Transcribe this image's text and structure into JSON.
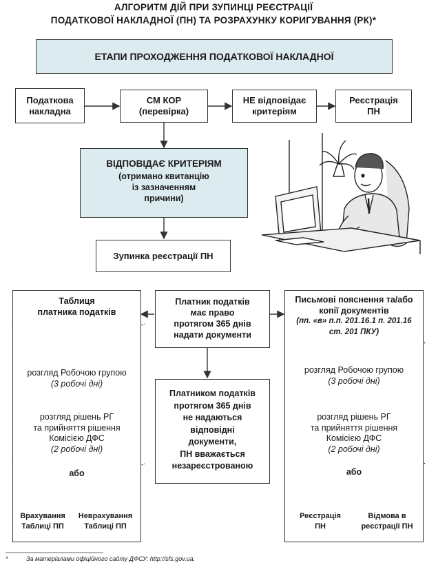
{
  "title_line1": "АЛГОРИТМ ДІЙ ПРИ ЗУПИНЦІ РЕЄСТРАЦІЇ",
  "title_line2": "ПОДАТКОВОЇ НАКЛАДНОЇ (ПН) ТА РОЗРАХУНКУ КОРИГУВАННЯ (РК)*",
  "header_box": "ЕТАПИ ПРОХОДЖЕННЯ ПОДАТКОВОЇ НАКЛАДНОЇ",
  "flow": {
    "tax_invoice": [
      "Податкова",
      "накладна"
    ],
    "sm_kor": [
      "СМ КОР",
      "(перевірка)"
    ],
    "not_match": [
      "НЕ відповідає",
      "критеріям"
    ],
    "registration": [
      "Реєстрація",
      "ПН"
    ],
    "match_title": "ВІДПОВІДАЄ КРИТЕРІЯМ",
    "match_sub": [
      "(отримано квитанцію",
      "із зазначенням",
      "причини)"
    ],
    "stop": "Зупинка реєстрації ПН"
  },
  "left": {
    "title": [
      "Таблиця",
      "платника податків"
    ],
    "step1": "розгляд Робочою групою",
    "step1_days": "(3 робочі дні)",
    "step2": [
      "розгляд рішень РГ",
      "та прийняття рішення",
      "Комісією ДФС"
    ],
    "step2_days": "(2 робочі дні)",
    "or": "або",
    "out_a": [
      "Врахування",
      "Таблиці ПП"
    ],
    "out_b": [
      "Неврахування",
      "Таблиці ПП"
    ]
  },
  "center": {
    "right_text": [
      "Платник податків",
      "має право",
      "протягом 365 днів",
      "надати документи"
    ],
    "fail_text": [
      "Платником податків",
      "протягом 365 днів",
      "не надаються",
      "відповідні",
      "документи,",
      "ПН вважається",
      "незареєстрованою"
    ]
  },
  "right": {
    "title": [
      "Письмові пояснення та/або",
      "копії документів"
    ],
    "ref": [
      "(пп. «в» п.п. 201.16.1 п. 201.16",
      "ст. 201 ПКУ)"
    ],
    "step1": "розгляд Робочою групою",
    "step1_days": "(3 робочі дні)",
    "step2": [
      "розгляд рішень РГ",
      "та прийняття рішення",
      "Комісією ДФС"
    ],
    "step2_days": "(2 робочі дні)",
    "or": "або",
    "out_a": [
      "Реєстрація",
      "ПН"
    ],
    "out_b": [
      "Відмова в",
      "реєстрації ПН"
    ]
  },
  "footnote_mark": "*",
  "footnote": "За матеріалами офіційного сайту ДФСУ: http://sfs.gov.ua."
}
